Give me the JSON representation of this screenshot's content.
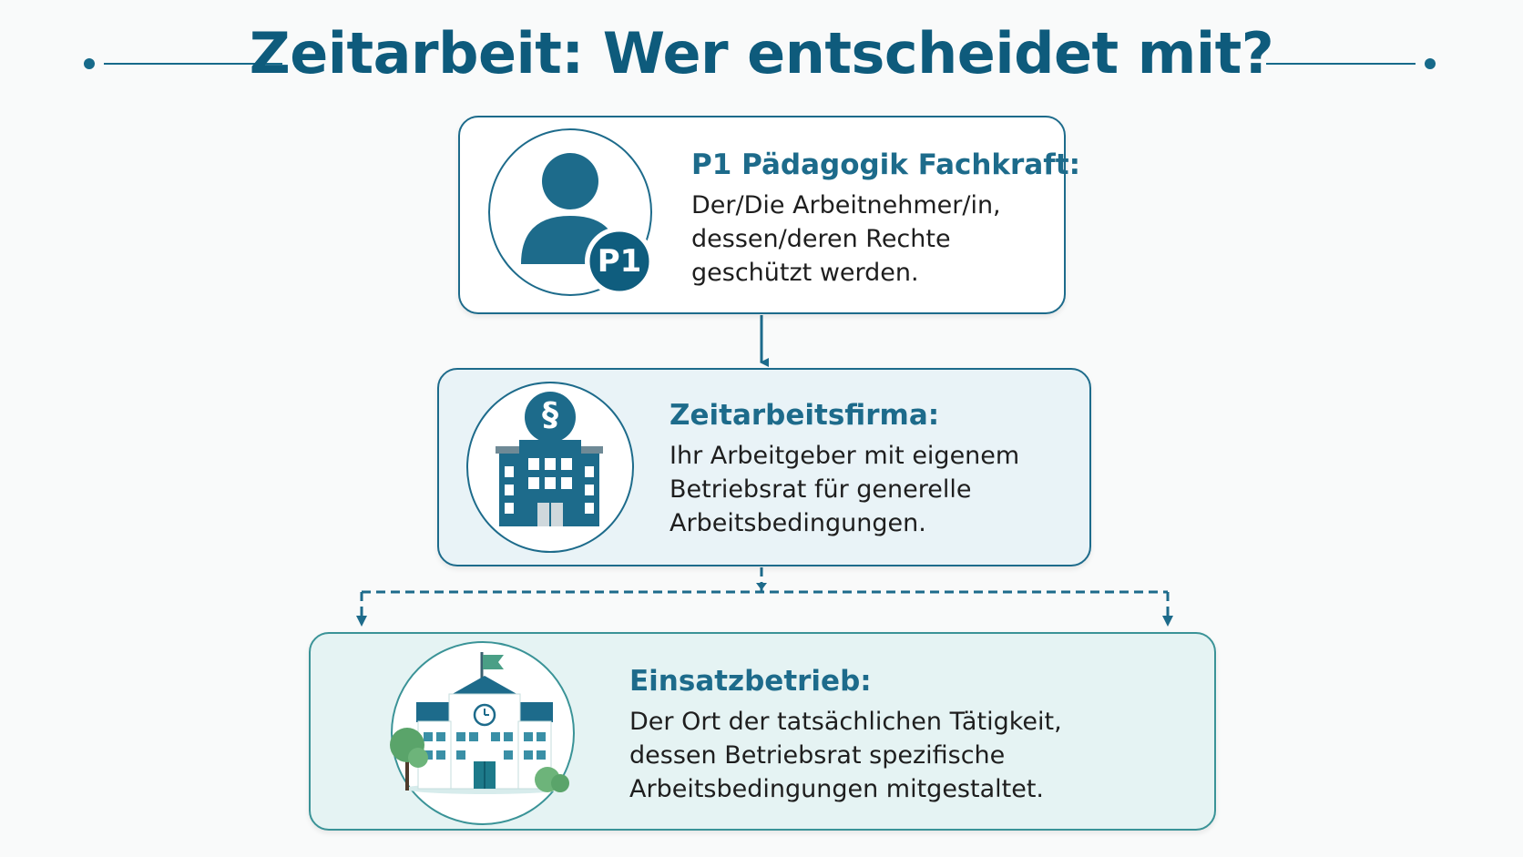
{
  "title": "Zeitarbeit: Wer entscheidet mit?",
  "cards": [
    {
      "title": "P1 Pädagogik Fachkraft:",
      "description": "Der/Die Arbeitnehmer/in,\ndessen/deren Rechte\ngeschützt werden.",
      "badge": "P1",
      "icon": "person-icon"
    },
    {
      "title": "Zeitarbeitsfirma:",
      "description": "Ihr Arbeitgeber mit eigenem\nBetriebsrat für generelle\nArbeitsbedingungen.",
      "icon": "office-building-icon",
      "emblem": "§"
    },
    {
      "title": "Einsatzbetrieb:",
      "description": "Der Ort der tatsächlichen Tätigkeit,\ndessen Betriebsrat spezifische\nArbeitsbedingungen mitgestaltet.",
      "icon": "school-building-icon"
    }
  ],
  "colors": {
    "title": "#0e5b7c",
    "primary": "#1d6b8b",
    "teal": "#3a9397",
    "card2_bg": "#e9f3f7",
    "card3_bg": "#e5f3f3"
  }
}
